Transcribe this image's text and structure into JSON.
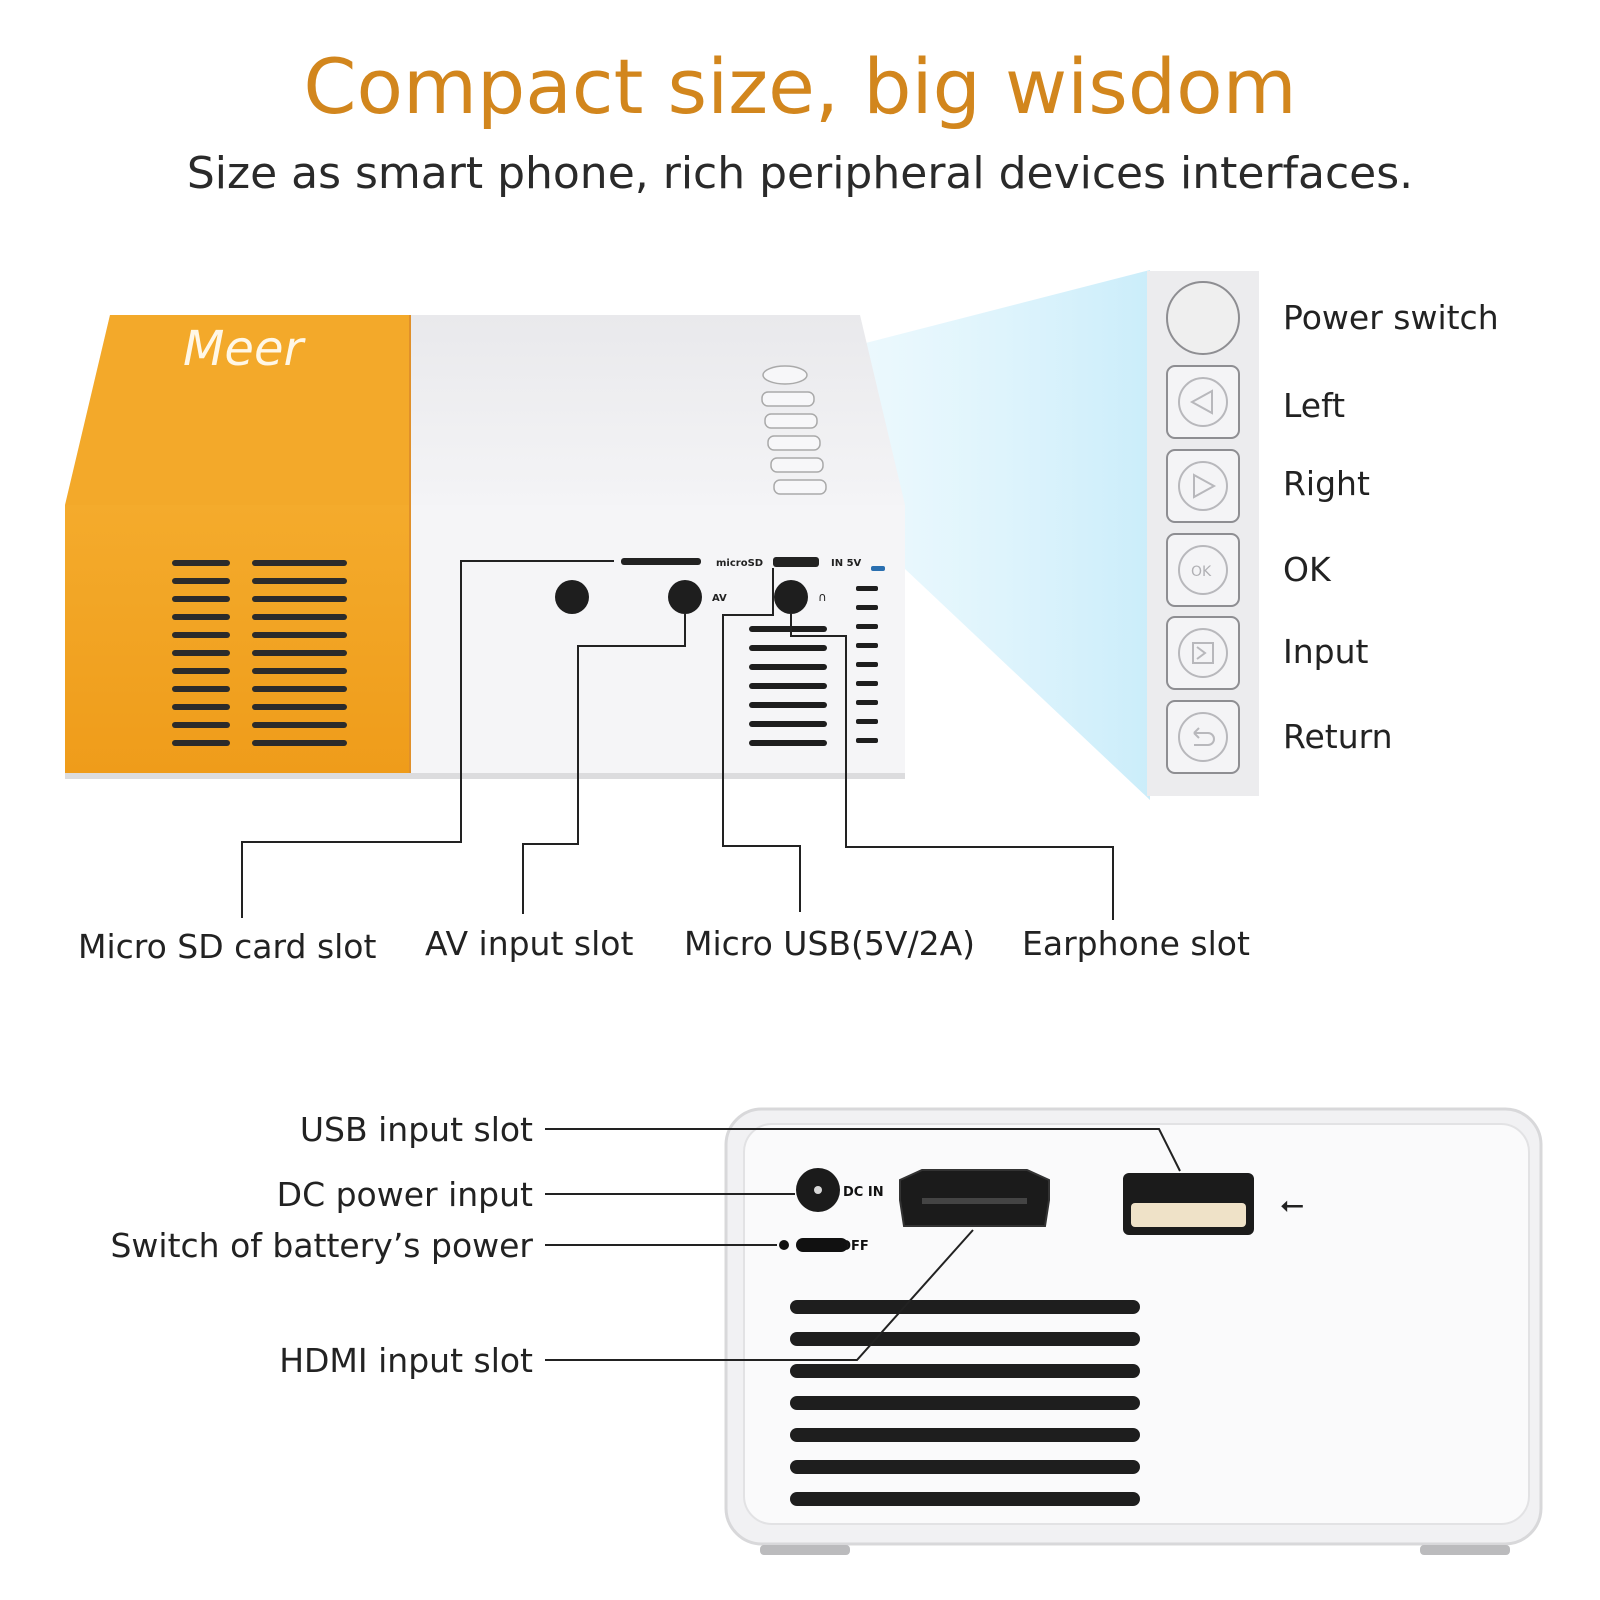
{
  "header": {
    "title": "Compact size, big wisdom",
    "subtitle": "Size as smart phone, rich peripheral devices interfaces."
  },
  "brand": {
    "logo_text": "Meer"
  },
  "panel_buttons": [
    {
      "label": "Power switch",
      "icon": "power-button-icon"
    },
    {
      "label": "Left",
      "icon": "triangle-left-icon"
    },
    {
      "label": "Right",
      "icon": "triangle-right-icon"
    },
    {
      "label": "OK",
      "icon": "ok-button-icon"
    },
    {
      "label": "Input",
      "icon": "input-source-icon"
    },
    {
      "label": "Return",
      "icon": "return-arrow-icon"
    }
  ],
  "side_port_labels": [
    "Micro SD card slot",
    "AV input slot",
    "Micro USB(5V/2A)",
    "Earphone slot"
  ],
  "side_port_printed": {
    "microsd": "microSD",
    "in5v": "IN 5V",
    "av": "AV"
  },
  "back_port_labels": [
    "USB input slot",
    "DC power input",
    "Switch of battery’s power",
    "HDMI input slot"
  ],
  "back_port_printed": {
    "dc_in": "DC IN",
    "off": "OFF"
  },
  "colors": {
    "accent": "#d2861d",
    "device_orange": "#f0a21c",
    "device_white": "#f2f2f4",
    "beam": "#bfe6f7"
  }
}
